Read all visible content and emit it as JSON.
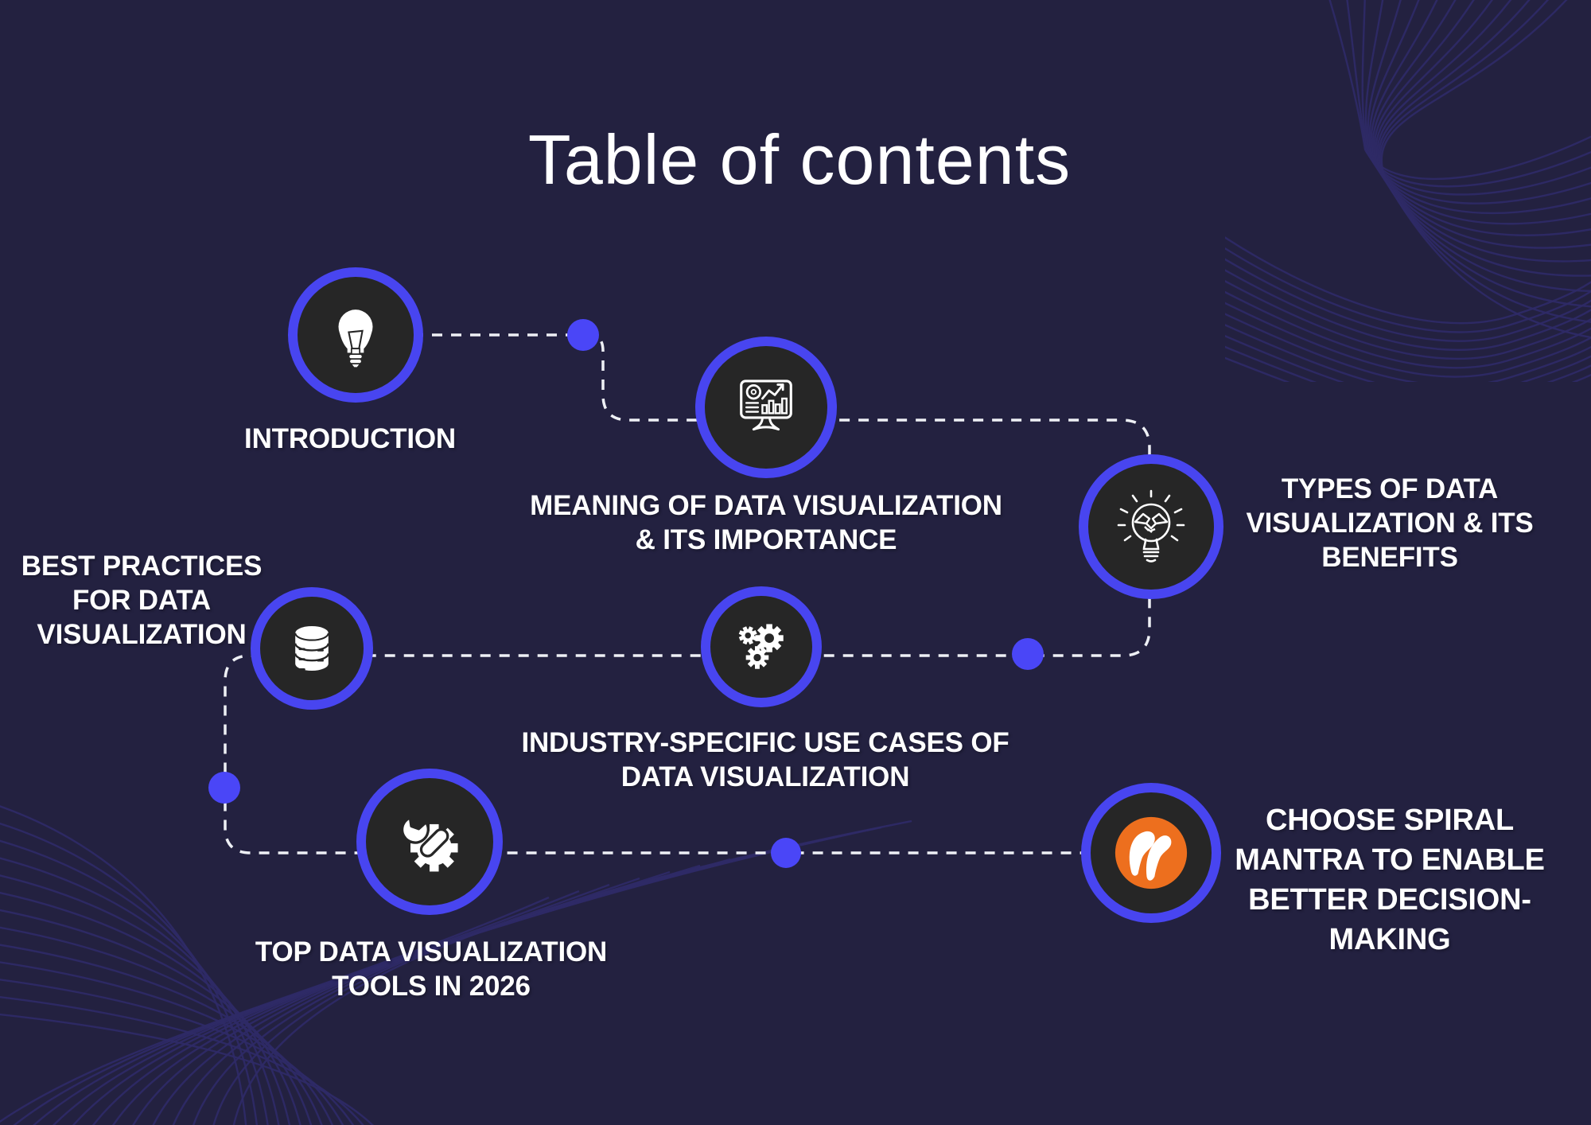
{
  "title": "Table of contents",
  "colors": {
    "background": "#232140",
    "node_ring": "#4845f0",
    "node_fill": "#262626",
    "connector": "#eef0f5",
    "dot": "#4a46f7",
    "text": "#ffffff",
    "logo_orange": "#ed6f1e",
    "decor_line": "#2e2a66"
  },
  "items": [
    {
      "id": "introduction",
      "icon": "lightbulb-icon",
      "lines": [
        "INTRODUCTION"
      ]
    },
    {
      "id": "meaning",
      "icon": "dashboard-monitor-icon",
      "lines": [
        "MEANING OF DATA VISUALIZATION",
        "& ITS IMPORTANCE"
      ]
    },
    {
      "id": "types",
      "icon": "idea-handshake-icon",
      "lines": [
        "TYPES OF DATA",
        "VISUALIZATION & ITS",
        "BENEFITS"
      ]
    },
    {
      "id": "best-practices",
      "icon": "database-icon",
      "lines": [
        "BEST PRACTICES",
        "FOR DATA",
        "VISUALIZATION"
      ]
    },
    {
      "id": "use-cases",
      "icon": "gears-icon",
      "lines": [
        "INDUSTRY-SPECIFIC USE CASES OF",
        "DATA VISUALIZATION"
      ]
    },
    {
      "id": "tools",
      "icon": "wrench-gear-icon",
      "lines": [
        "TOP DATA VISUALIZATION",
        "TOOLS IN 2026"
      ]
    },
    {
      "id": "spiral-mantra",
      "icon": "spiral-mantra-logo",
      "lines": [
        "CHOOSE SPIRAL",
        "MANTRA TO ENABLE",
        "BETTER DECISION-",
        "MAKING"
      ]
    }
  ]
}
